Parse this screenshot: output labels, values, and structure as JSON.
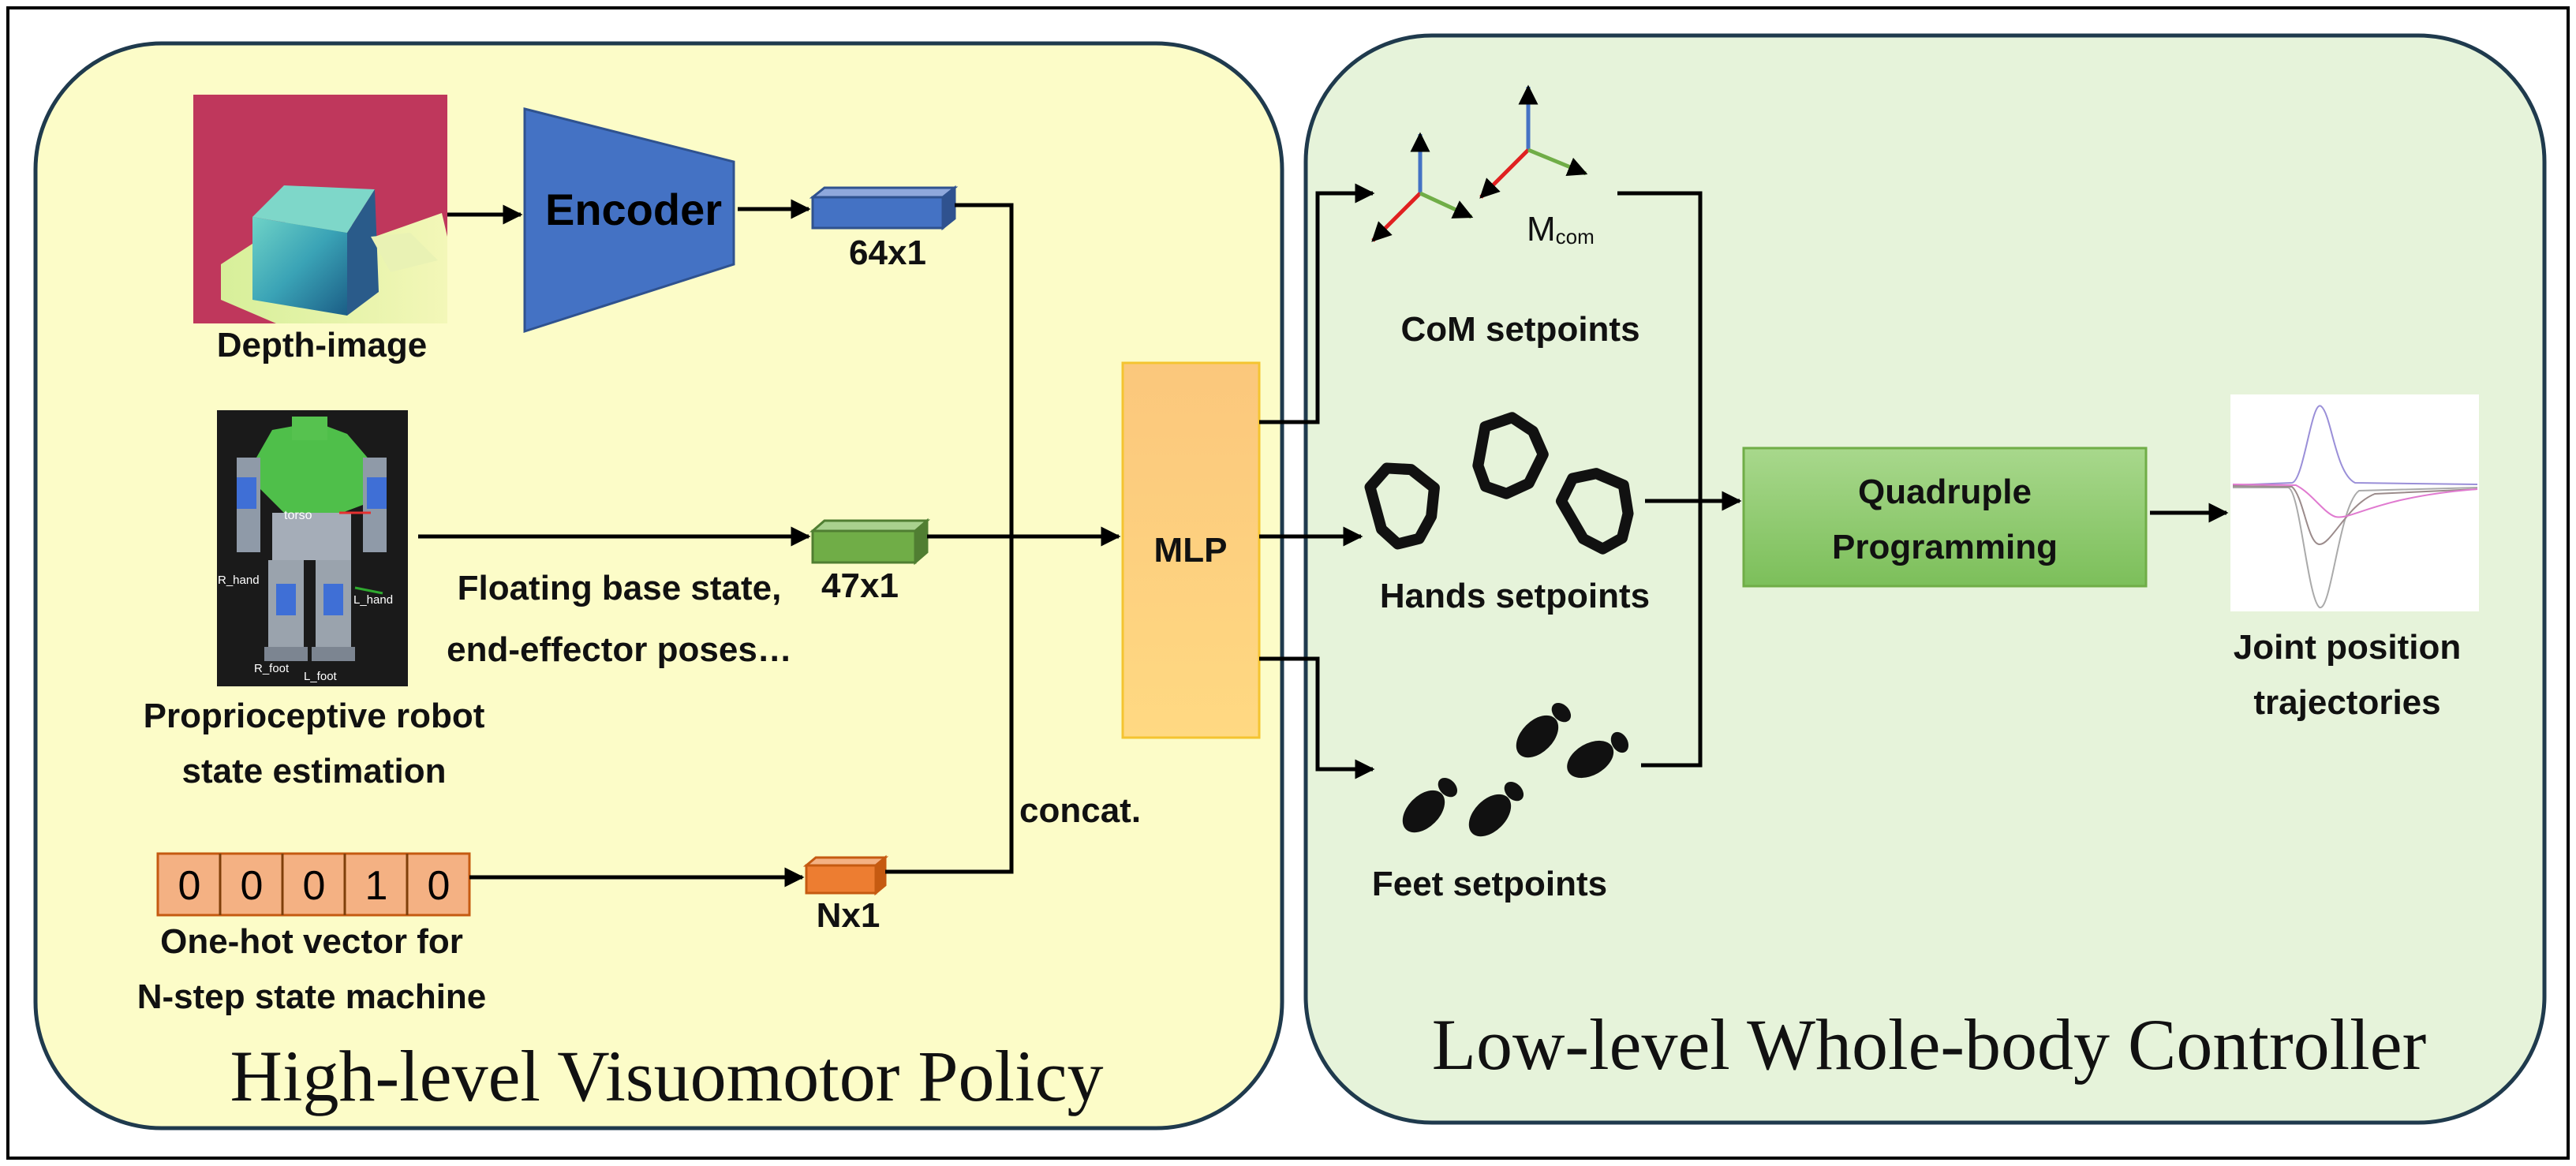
{
  "high_level": {
    "title": "High-level Visuomotor Policy",
    "depth_label": "Depth-image",
    "encoder_label": "Encoder",
    "vec64_label": "64x1",
    "robot_torso_tag": "torso",
    "robot_rhand_tag": "R_hand",
    "robot_lhand_tag": "L_hand",
    "robot_rfoot_tag": "R_foot",
    "robot_lfoot_tag": "L_foot",
    "robot_label_line1": "Proprioceptive robot",
    "robot_label_line2": "state estimation",
    "state_label_line1": "Floating base state,",
    "state_label_line2": "end-effector poses…",
    "vec47_label": "47x1",
    "onehot_digits": [
      "0",
      "0",
      "0",
      "1",
      "0"
    ],
    "onehot_label_line1": "One-hot vector for",
    "onehot_label_line2": "N-step state machine",
    "vecN_label": "Nx1",
    "concat_label": "concat.",
    "mlp_label": "MLP"
  },
  "low_level": {
    "title": "Low-level Whole-body Controller",
    "mcom_main": "M",
    "mcom_sub": "com",
    "com_label": "CoM setpoints",
    "hands_label": "Hands setpoints",
    "feet_label": "Feet setpoints",
    "qp_line1": "Quadruple",
    "qp_line2": "Programming",
    "joint_label_line1": "Joint position",
    "joint_label_line2": "trajectories"
  },
  "colors": {
    "high_level_bg": "#fcfcc8",
    "low_level_bg": "#e6f3da",
    "encoder": "#4472c4",
    "vec64": "#4472c4",
    "vec47": "#70ad47",
    "vecN": "#ed7d31",
    "mlp": "#fed27f",
    "qp": "#8fca6f",
    "onehot": "#f4b183"
  }
}
